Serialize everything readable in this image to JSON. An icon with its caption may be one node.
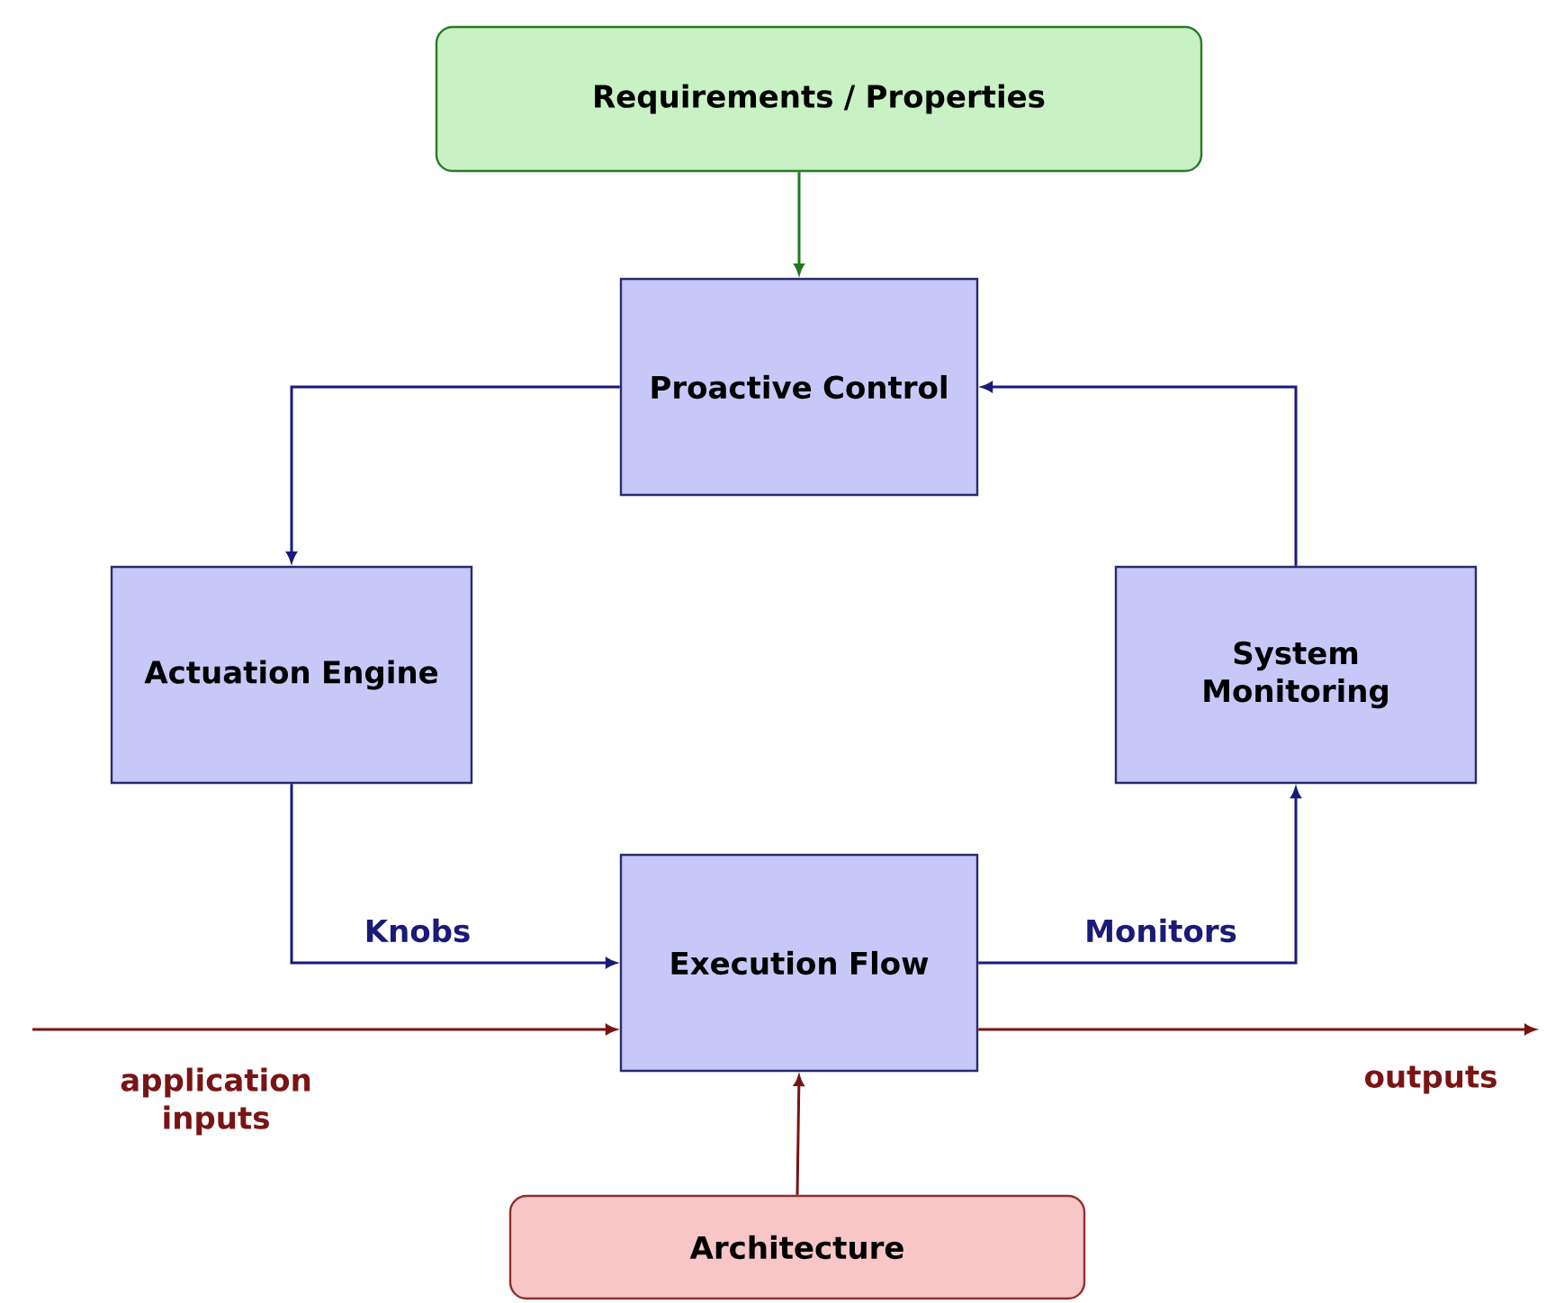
{
  "diagram": {
    "nodes": [
      {
        "text": [
          "Requirements / Properties"
        ]
      },
      {
        "text": [
          "Proactive Control"
        ]
      },
      {
        "text": [
          "Actuation Engine"
        ]
      },
      {
        "text": [
          "System Monitoring"
        ]
      },
      {
        "text": [
          "Execution Flow"
        ]
      },
      {
        "text": [
          "Architecture"
        ]
      }
    ],
    "edges": [
      {
        "from": 0,
        "to": 1,
        "arrow": "to",
        "color": "#1e7a1e"
      },
      {
        "from": 1,
        "to": 2,
        "arrow": "to"
      },
      {
        "from": 3,
        "to": 1,
        "arrow": "to"
      },
      {
        "from": 2,
        "to": 4,
        "arrow": "to",
        "label": "Knobs"
      },
      {
        "from": 4,
        "to": 3,
        "arrow": "to",
        "label": "Monitors"
      },
      {
        "from": null,
        "to": 4,
        "arrow": "to",
        "label": "application inputs",
        "color": "#7a1414"
      },
      {
        "from": 4,
        "to": null,
        "arrow": "to",
        "label": "outputs",
        "color": "#7a1414"
      },
      {
        "from": 5,
        "to": 4,
        "arrow": "to",
        "color": "#7a1414"
      }
    ]
  }
}
